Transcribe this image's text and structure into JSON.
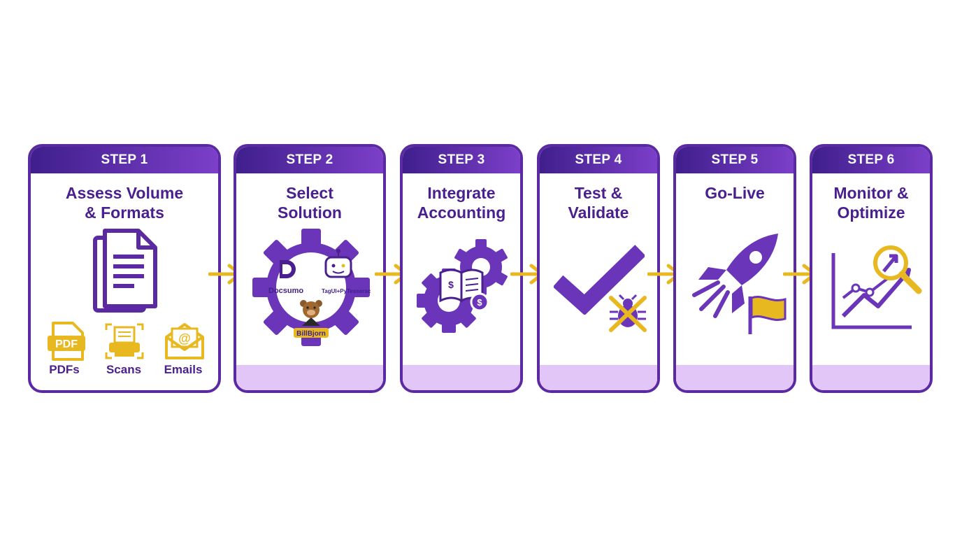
{
  "steps": [
    {
      "label": "STEP 1",
      "title_line1": "Assess Volume",
      "title_line2": "& Formats"
    },
    {
      "label": "STEP 2",
      "title_line1": "Select",
      "title_line2": "Solution"
    },
    {
      "label": "STEP 3",
      "title_line1": "Integrate",
      "title_line2": "Accounting"
    },
    {
      "label": "STEP 4",
      "title_line1": "Test &",
      "title_line2": "Validate"
    },
    {
      "label": "STEP 5",
      "title_line1": "Go-Live",
      "title_line2": ""
    },
    {
      "label": "STEP 6",
      "title_line1": "Monitor &",
      "title_line2": "Optimize"
    }
  ],
  "formats": [
    {
      "label": "PDFs",
      "badge": "PDF"
    },
    {
      "label": "Scans"
    },
    {
      "label": "Emails",
      "badge": "@"
    }
  ],
  "tools": {
    "docsumo": "Docsumo",
    "tagui": "TagUI+PyTesseract",
    "billbjorn": "BillBjorn"
  },
  "accounting_symbol": "$",
  "colors": {
    "purple_dark": "#3f1f8c",
    "purple": "#6a35b8",
    "purple_light": "#e2c6f7",
    "gold": "#e8b820",
    "text": "#4a1f8e"
  }
}
